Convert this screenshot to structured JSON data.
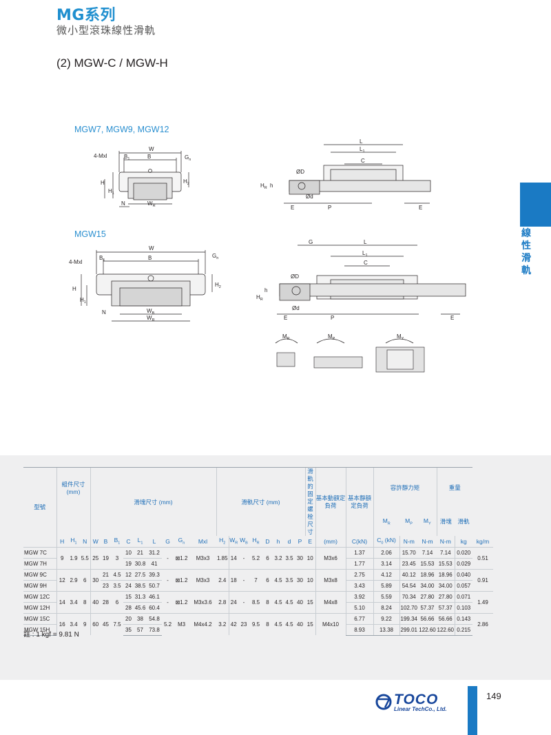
{
  "header": {
    "series_title": "MG系列",
    "series_subtitle": "微小型滾珠線性滑軌",
    "section_heading": "(2) MGW-C / MGW-H"
  },
  "side_tab": {
    "chars": [
      "線",
      "性",
      "滑",
      "軌"
    ],
    "color": "#1a7ac4"
  },
  "drawings": {
    "group1": {
      "label": "MGW7, MGW9, MGW12",
      "front": {
        "W": "W",
        "B": "B",
        "B1": "B",
        "B1_sub": "1",
        "M": "4-Mxl",
        "Gn": "G",
        "Gn_sub": "n",
        "H": "H",
        "H1": "H",
        "H1_sub": "1",
        "H2": "H",
        "H2_sub": "2",
        "N": "N",
        "WR": "W",
        "WR_sub": "R"
      },
      "side": {
        "L": "L",
        "L1": "L",
        "L1_sub": "1",
        "C": "C",
        "D": "ØD",
        "d": "Ød",
        "h": "h",
        "HR": "H",
        "HR_sub": "R",
        "E": "E",
        "P": "P"
      }
    },
    "group2": {
      "label": "MGW15",
      "front": {
        "W": "W",
        "B": "B",
        "B1": "B",
        "B1_sub": "1",
        "M": "4-Mxl",
        "Gn": "G",
        "Gn_sub": "n",
        "H": "H",
        "H1": "H",
        "H1_sub": "1",
        "H2": "H",
        "H2_sub": "2",
        "N": "N",
        "WB": "W",
        "WB_sub": "B",
        "WR": "W",
        "WR_sub": "R"
      },
      "side": {
        "G": "G",
        "L": "L",
        "L1": "L",
        "L1_sub": "1",
        "C": "C",
        "D": "ØD",
        "d": "Ød",
        "h": "h",
        "HR": "H",
        "HR_sub": "R",
        "E": "E",
        "P": "P"
      }
    },
    "moments": {
      "MR": "M",
      "MR_sub": "R",
      "MP": "M",
      "MP_sub": "P",
      "MY": "M",
      "MY_sub": "Y"
    }
  },
  "table": {
    "header_groups": {
      "model": "型號",
      "assembly": "組件尺寸",
      "assembly_unit": "(mm)",
      "block": "滑塊尺寸 (mm)",
      "rail": "滑軌尺寸 (mm)",
      "bolt": "滑軌的固定螺栓尺寸",
      "dynamic": "基本動額定負荷",
      "static": "基本靜額定負荷",
      "moment": "容許靜力矩",
      "weight": "重量"
    },
    "columns": [
      "H",
      "H1",
      "N",
      "W",
      "B",
      "B1",
      "C",
      "L1",
      "L",
      "G",
      "Gn",
      "Mxl",
      "H2",
      "WR",
      "WB",
      "HR",
      "D",
      "h",
      "d",
      "P",
      "E",
      "(mm)",
      "C(kN)",
      "C0 (kN)",
      "MR",
      "MP",
      "MY",
      "滑塊",
      "滑軌"
    ],
    "unit_row": [
      "N-m",
      "N-m",
      "N-m",
      "kg",
      "kg/m"
    ],
    "groups": [
      {
        "rows": [
          {
            "model": "MGW 7C",
            "C": "10",
            "L1": "21",
            "L": "31.2",
            "Cdyn": "1.37",
            "C0": "2.06",
            "MR": "15.70",
            "MP": "7.14",
            "MY": "7.14",
            "blk": "0.020"
          },
          {
            "model": "MGW 7H",
            "C": "19",
            "L1": "30.8",
            "L": "41",
            "Cdyn": "1.77",
            "C0": "3.14",
            "MR": "23.45",
            "MP": "15.53",
            "MY": "15.53",
            "blk": "0.029"
          }
        ],
        "H": "9",
        "H1": "1.9",
        "N": "5.5",
        "W": "25",
        "B": "19",
        "B1": "3",
        "G": "-",
        "Gn": "⊠1.2",
        "Mxl": "M3x3",
        "H2": "1.85",
        "WR": "14",
        "WB": "-",
        "HR": "5.2",
        "D": "6",
        "h": "3.2",
        "d": "3.5",
        "P": "30",
        "E": "10",
        "bolt": "M3x6",
        "rail": "0.51"
      },
      {
        "rows": [
          {
            "model": "MGW 9C",
            "B1": "4.5",
            "C": "12",
            "L1": "27.5",
            "L": "39.3",
            "Cdyn": "2.75",
            "C0": "4.12",
            "MR": "40.12",
            "MP": "18.96",
            "MY": "18.96",
            "blk": "0.040"
          },
          {
            "model": "MGW 9H",
            "B1": "3.5",
            "C": "24",
            "L1": "38.5",
            "L": "50.7",
            "Cdyn": "3.43",
            "C0": "5.89",
            "MR": "54.54",
            "MP": "34.00",
            "MY": "34.00",
            "blk": "0.057"
          }
        ],
        "H": "12",
        "H1": "2.9",
        "N": "6",
        "W": "30",
        "B1b_B": [
          "21",
          "23"
        ],
        "G": "-",
        "Gn": "⊠1.2",
        "Mxl": "M3x3",
        "H2": "2.4",
        "WR": "18",
        "WB": "-",
        "HR": "7",
        "D": "6",
        "h": "4.5",
        "d": "3.5",
        "P": "30",
        "E": "10",
        "bolt": "M3x8",
        "rail": "0.91"
      },
      {
        "rows": [
          {
            "model": "MGW 12C",
            "C": "15",
            "L1": "31.3",
            "L": "46.1",
            "Cdyn": "3.92",
            "C0": "5.59",
            "MR": "70.34",
            "MP": "27.80",
            "MY": "27.80",
            "blk": "0.071"
          },
          {
            "model": "MGW 12H",
            "C": "28",
            "L1": "45.6",
            "L": "60.4",
            "Cdyn": "5.10",
            "C0": "8.24",
            "MR": "102.70",
            "MP": "57.37",
            "MY": "57.37",
            "blk": "0.103"
          }
        ],
        "H": "14",
        "H1": "3.4",
        "N": "8",
        "W": "40",
        "B": "28",
        "B1": "6",
        "G": "-",
        "Gn": "⊠1.2",
        "Mxl": "M3x3.6",
        "H2": "2.8",
        "WR": "24",
        "WB": "-",
        "HR": "8.5",
        "D": "8",
        "h": "4.5",
        "d": "4.5",
        "P": "40",
        "E": "15",
        "bolt": "M4x8",
        "rail": "1.49"
      },
      {
        "rows": [
          {
            "model": "MGW 15C",
            "C": "20",
            "L1": "38",
            "L": "54.8",
            "Cdyn": "6.77",
            "C0": "9.22",
            "MR": "199.34",
            "MP": "56.66",
            "MY": "56.66",
            "blk": "0.143"
          },
          {
            "model": "MGW 15H",
            "C": "35",
            "L1": "57",
            "L": "73.8",
            "Cdyn": "8.93",
            "C0": "13.38",
            "MR": "299.01",
            "MP": "122.60",
            "MY": "122.60",
            "blk": "0.215"
          }
        ],
        "H": "16",
        "H1": "3.4",
        "N": "9",
        "W": "60",
        "B": "45",
        "B1": "7.5",
        "G": "5.2",
        "Gn": "M3",
        "Mxl": "M4x4.2",
        "H2": "3.2",
        "WR": "42",
        "WB": "23",
        "HR": "9.5",
        "D": "8",
        "h": "4.5",
        "d": "4.5",
        "P": "40",
        "E": "15",
        "bolt": "M4x10",
        "rail": "2.86"
      }
    ],
    "note": "註 : 1 kgf = 9.81 N"
  },
  "footer": {
    "logo_text": "TOCO",
    "logo_sub": "Linear TechCo., Ltd.",
    "page_number": "149",
    "accent_color": "#1a7ac4",
    "logo_color": "#17469b"
  }
}
